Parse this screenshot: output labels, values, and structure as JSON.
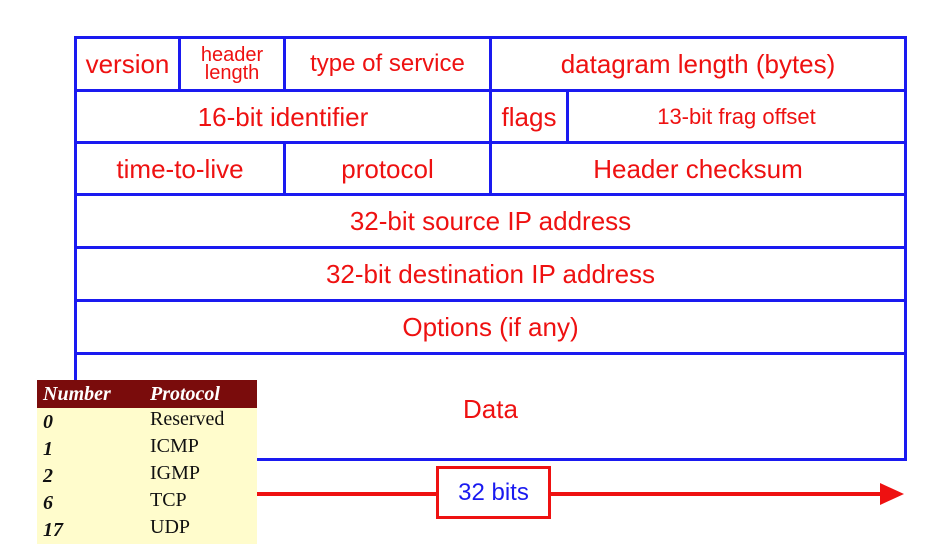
{
  "header": {
    "version": "version",
    "header_length_line1": "header",
    "header_length_line2": "length",
    "type_of_service": "type of service",
    "datagram_length": "datagram length (bytes)",
    "identifier": "16-bit identifier",
    "flags": "flags",
    "frag_offset": "13-bit frag offset",
    "ttl": "time-to-live",
    "protocol": "protocol",
    "checksum": "Header checksum",
    "source_ip": "32-bit source IP address",
    "dest_ip": "32-bit destination IP address",
    "options": "Options (if any)",
    "data": "Data"
  },
  "bits_label": "32 bits",
  "protocol_table": {
    "columns": [
      "Number",
      "Protocol"
    ],
    "rows": [
      {
        "number": "0",
        "protocol": "Reserved"
      },
      {
        "number": "1",
        "protocol": "ICMP"
      },
      {
        "number": "2",
        "protocol": "IGMP"
      },
      {
        "number": "6",
        "protocol": "TCP"
      },
      {
        "number": "17",
        "protocol": "UDP"
      }
    ]
  },
  "colors": {
    "border": "#1a1af0",
    "field_text": "#ee1111",
    "table_header_bg": "#7a0c0c",
    "table_bg": "#fffccc",
    "bits_text": "#1a1af0"
  }
}
